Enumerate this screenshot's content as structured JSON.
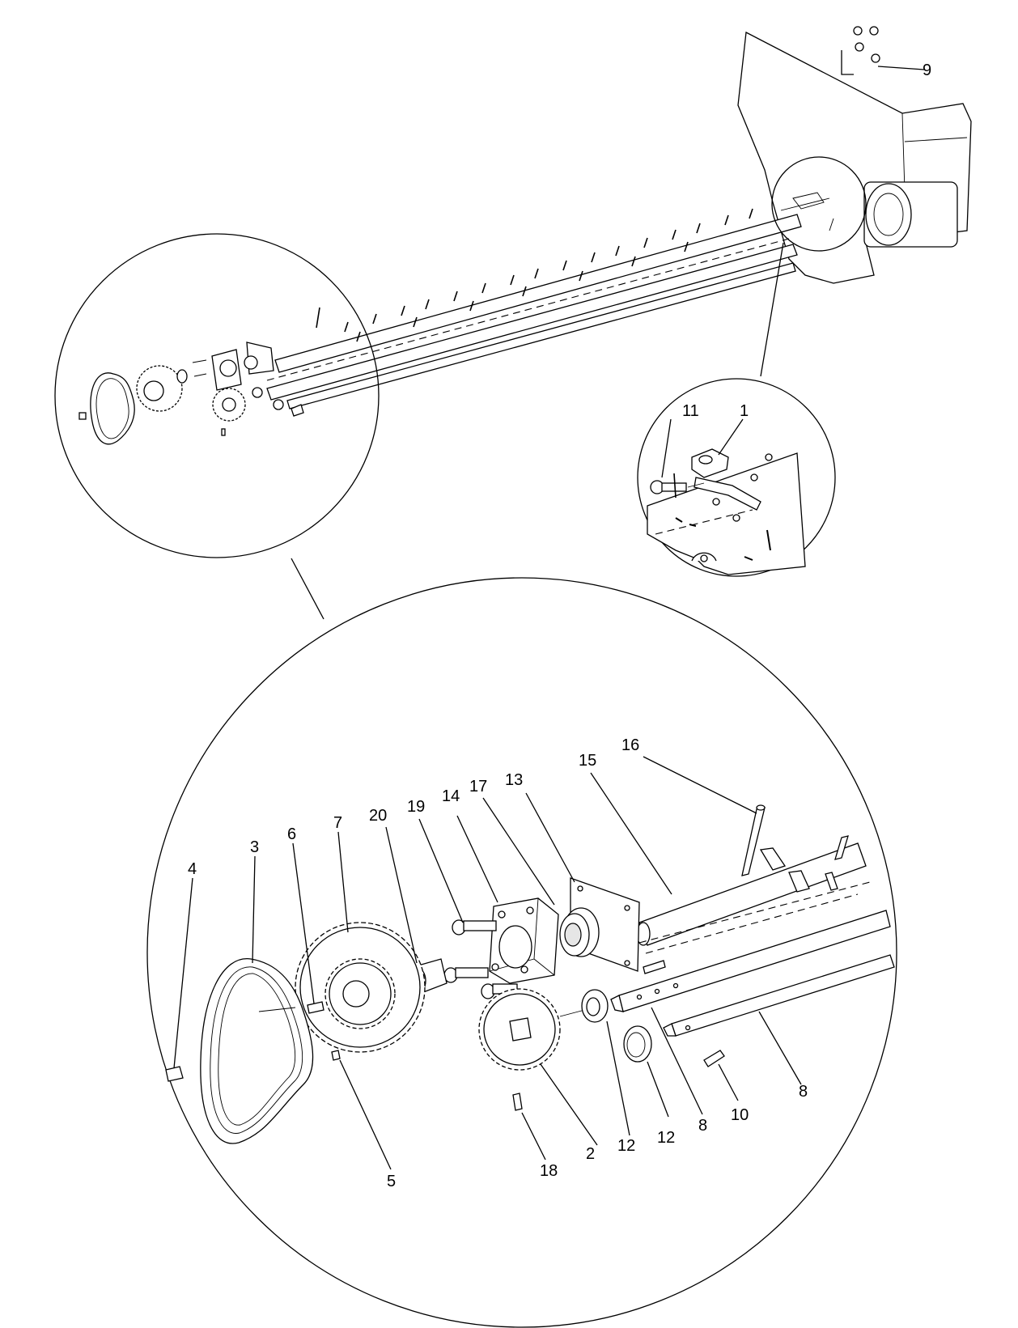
{
  "callouts": {
    "detail_top_right": [
      "9"
    ],
    "detail_right": [
      "11",
      "1"
    ],
    "detail_main": [
      "4",
      "3",
      "6",
      "7",
      "20",
      "19",
      "14",
      "17",
      "13",
      "15",
      "16",
      "5",
      "18",
      "2",
      "12",
      "12",
      "8",
      "10",
      "8"
    ]
  }
}
